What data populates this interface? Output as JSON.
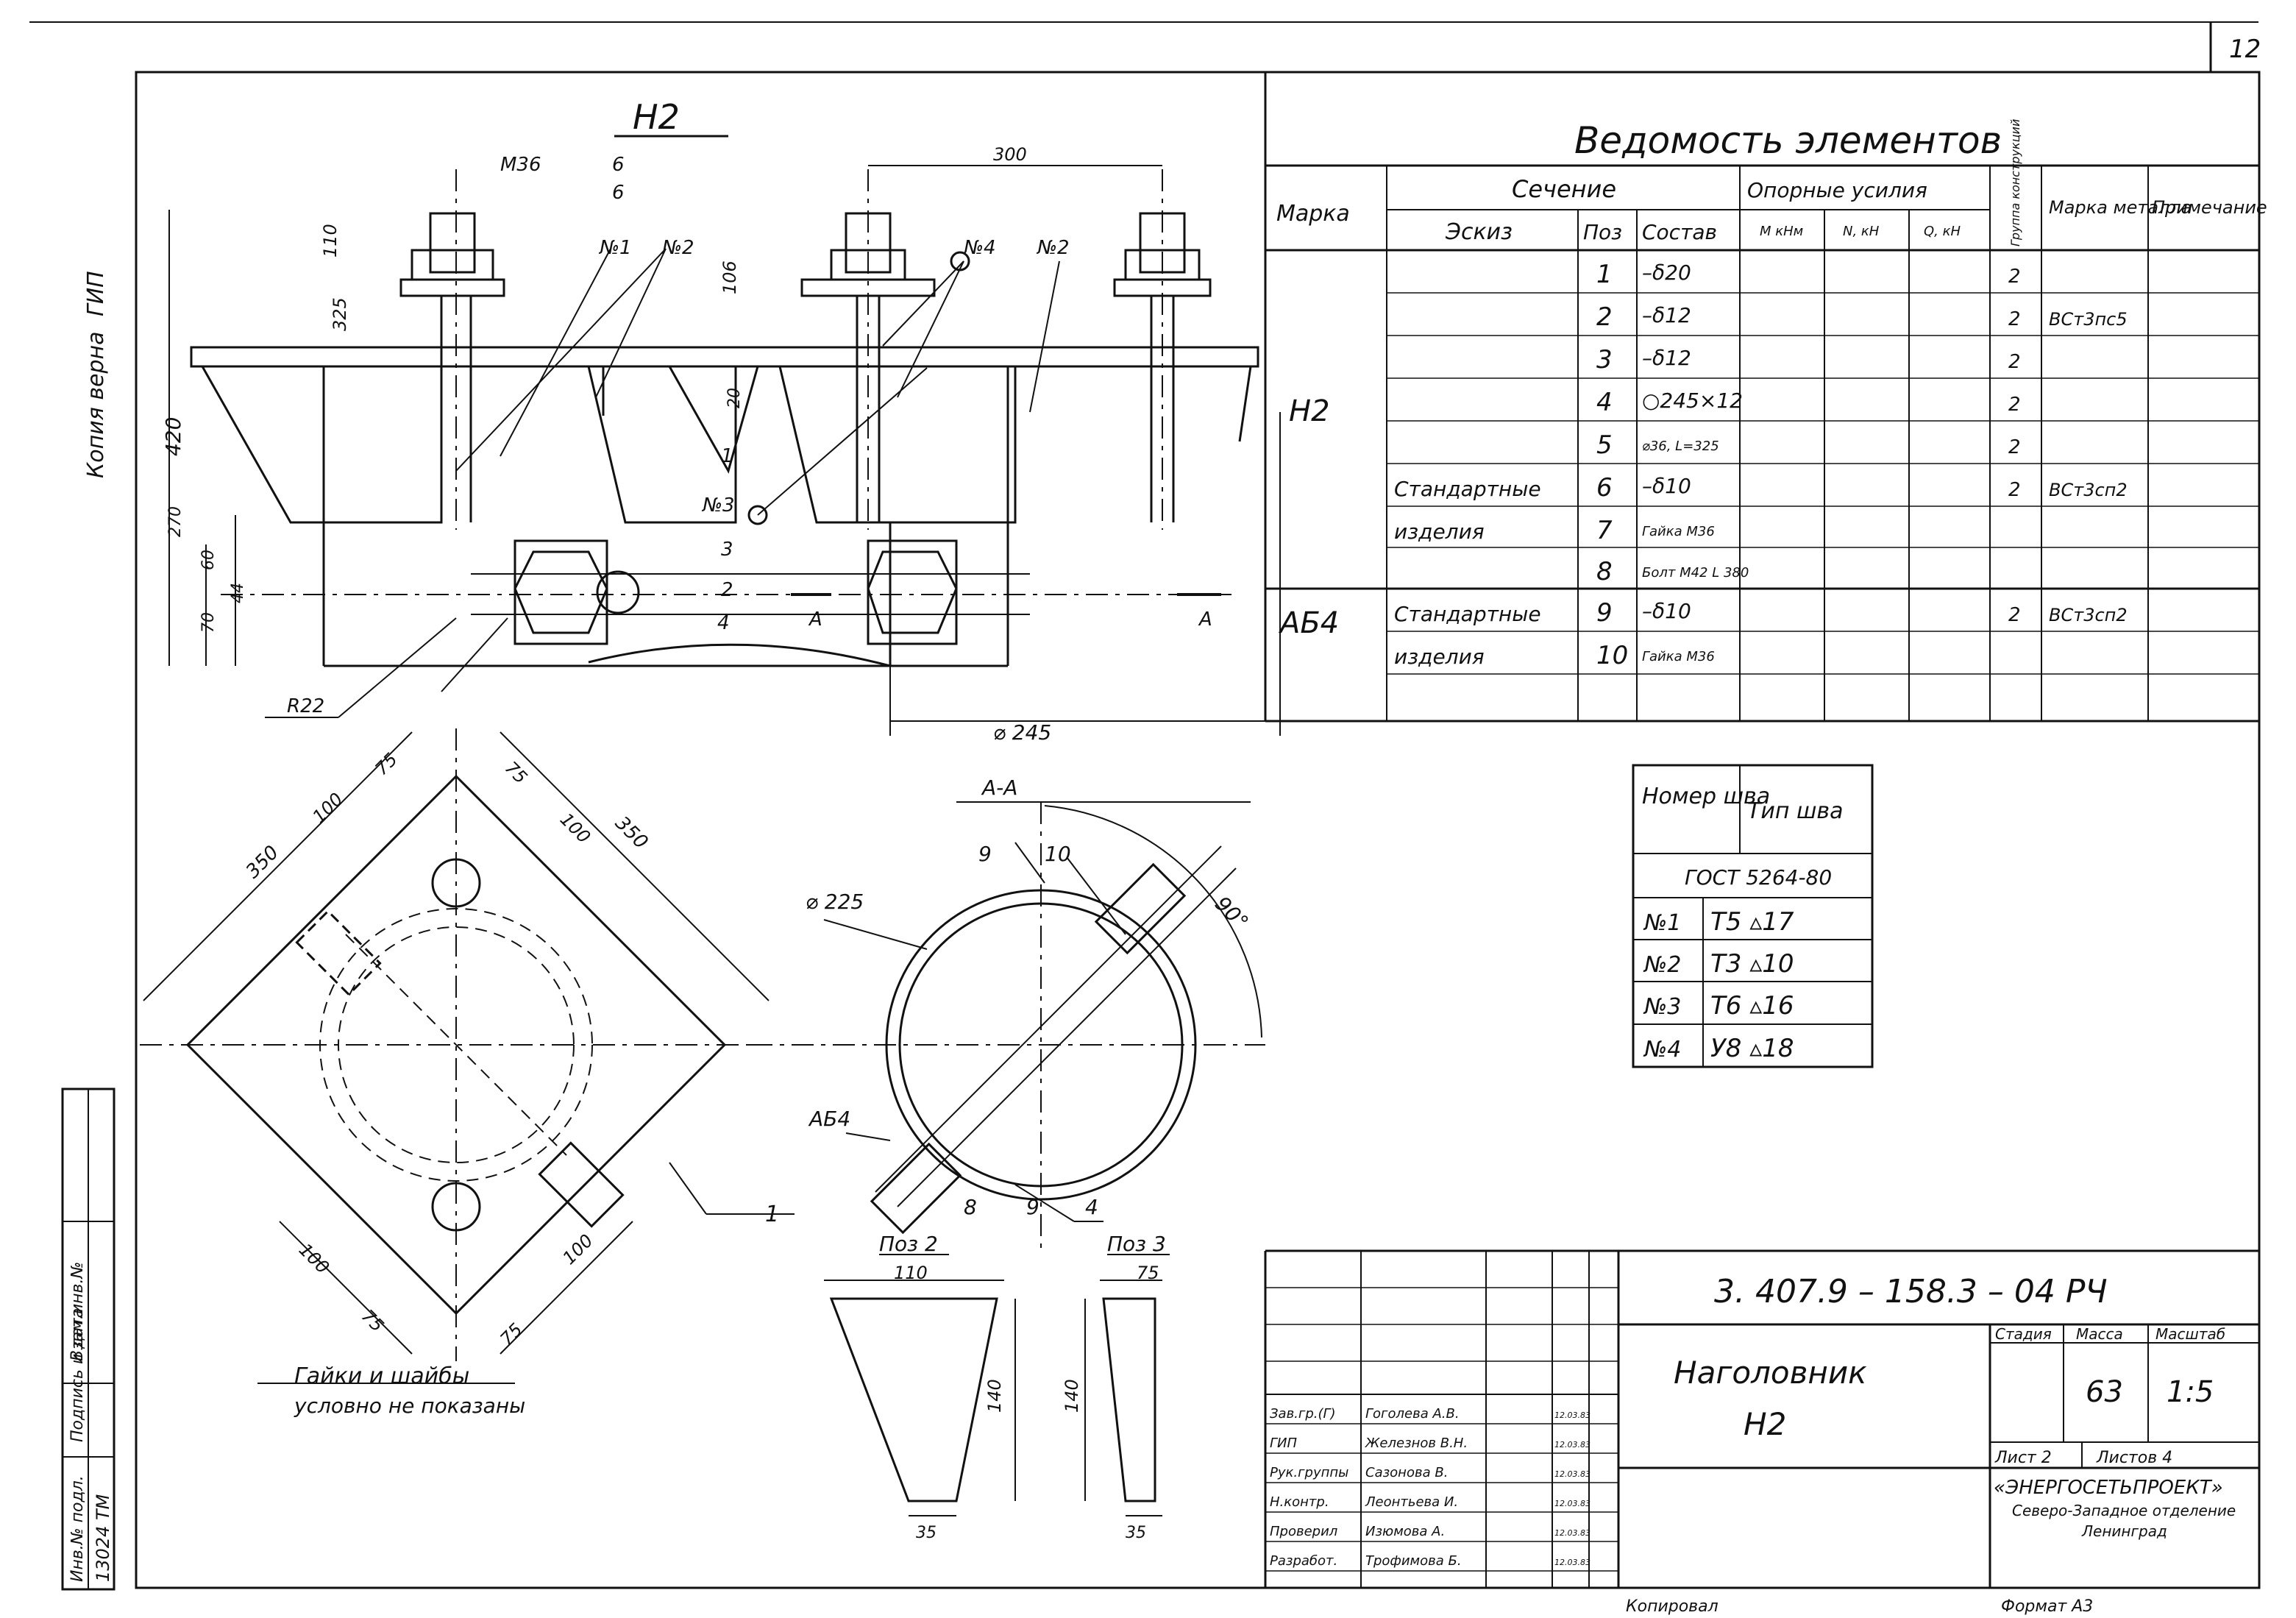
{
  "sheet_number": "12",
  "side_stamp": {
    "copy_label": "Копия верна",
    "gip_label": "ГИП"
  },
  "left_strip": {
    "inv_no": "Инв.№ подл.",
    "sign_date": "Подпись и дата",
    "inv_replace": "Взам.инв.№",
    "inv_value": "13024 ТМ"
  },
  "drawing": {
    "view_label": "Н2",
    "dims": {
      "m36": "М36",
      "frac_top": "6",
      "frac_bottom": "6",
      "d300": "300",
      "d110": "110",
      "d325": "325",
      "d106": "106",
      "d420": "420",
      "d270": "270",
      "d20": "20",
      "d60": "60",
      "d70": "70",
      "d44": "44",
      "r22": "R22",
      "d245": "⌀ 245",
      "d350a": "350",
      "d350b": "350",
      "d100a": "100",
      "d100b": "100",
      "d100c": "100",
      "d100d": "100",
      "d75a": "75",
      "d75b": "75",
      "d75c": "75",
      "d75d": "75",
      "d225": "⌀ 225",
      "angle90": "90°",
      "p110": "110",
      "p75": "75",
      "p140a": "140",
      "p140b": "140",
      "p35a": "35",
      "p35b": "35"
    },
    "callouts": {
      "n1": "№1",
      "n2": "№2",
      "n2b": "№2",
      "n3": "№3",
      "n4": "№4",
      "pos1": "1",
      "pos1b": "1",
      "pos2": "2",
      "pos3": "3",
      "pos4": "4",
      "pos4b": "4",
      "pos8": "8",
      "pos9a": "9",
      "pos9b": "9",
      "pos10": "10",
      "ab4": "АБ4",
      "sectA1": "А",
      "sectA2": "А",
      "sectAA": "А-А",
      "poz2": "Поз 2",
      "poz3": "Поз 3"
    },
    "note_line1": "Гайки и шайбы",
    "note_line2": "условно не показаны"
  },
  "elements_table": {
    "title": "Ведомость элементов",
    "headers": {
      "marka": "Марка",
      "section": "Сечение",
      "support": "Опорные усилия",
      "sketch": "Эскиз",
      "pos": "Поз",
      "composition": "Состав",
      "m": "М кНм",
      "n": "N, кН",
      "q": "Q, кН",
      "group": "Группа конструкций",
      "metal": "Марка металла",
      "note": "Примечание"
    },
    "marks": {
      "h2": "Н2",
      "ab4": "АБ4"
    },
    "rows": [
      {
        "sketch": "",
        "pos": "1",
        "comp": "–δ20",
        "group": "2",
        "metal": ""
      },
      {
        "sketch": "",
        "pos": "2",
        "comp": "–δ12",
        "group": "2",
        "metal": "ВСт3пс5"
      },
      {
        "sketch": "",
        "pos": "3",
        "comp": "–δ12",
        "group": "2",
        "metal": ""
      },
      {
        "sketch": "",
        "pos": "4",
        "comp": "○245×12",
        "group": "2",
        "metal": ""
      },
      {
        "sketch": "",
        "pos": "5",
        "comp": "⌀36, L=325",
        "group": "2",
        "metal": ""
      },
      {
        "sketch": "Стандартные",
        "pos": "6",
        "comp": "–δ10",
        "group": "2",
        "metal": "ВСт3сп2"
      },
      {
        "sketch": "изделия",
        "pos": "7",
        "comp": "Гайка М36",
        "group": "",
        "metal": ""
      },
      {
        "sketch": "",
        "pos": "8",
        "comp": "Болт М42 L 380",
        "group": "",
        "metal": ""
      },
      {
        "sketch": "Стандартные",
        "pos": "9",
        "comp": "–δ10",
        "group": "2",
        "metal": "ВСт3сп2"
      },
      {
        "sketch": "изделия",
        "pos": "10",
        "comp": "Гайка М36",
        "group": "",
        "metal": ""
      },
      {
        "sketch": "",
        "pos": "",
        "comp": "",
        "group": "",
        "metal": ""
      }
    ]
  },
  "weld_table": {
    "h_no": "Номер шва",
    "h_type": "Тип шва",
    "gost": "ГОСТ 5264-80",
    "rows": [
      {
        "no": "№1",
        "type": "Т5 ▵17"
      },
      {
        "no": "№2",
        "type": "Т3 ▵10"
      },
      {
        "no": "№3",
        "type": "Т6 ▵16"
      },
      {
        "no": "№4",
        "type": "У8 ▵18"
      }
    ]
  },
  "title_block": {
    "doc_code": "3. 407.9 – 158.3 – 04 РЧ",
    "name_line1": "Наголовник",
    "name_line2": "Н2",
    "stage_label": "Стадия",
    "mass_label": "Масса",
    "scale_label": "Масштаб",
    "mass_value": "63",
    "scale_value": "1:5",
    "sheet_label": "Лист 2",
    "sheets_label": "Листов 4",
    "org_line1": "«ЭНЕРГОСЕТЬПРОЕКТ»",
    "org_line2": "Северо-Западное отделение",
    "org_line3": "Ленинград",
    "copied": "Копировал",
    "format": "Формат А3",
    "signatures": [
      {
        "role": "Зав.гр.(Г)",
        "name": "Гоголева А.В.",
        "date": "12.03.83"
      },
      {
        "role": "ГИП",
        "name": "Железнов В.Н.",
        "date": "12.03.83"
      },
      {
        "role": "Рук.группы",
        "name": "Сазонова В.",
        "date": "12.03.83"
      },
      {
        "role": "Н.контр.",
        "name": "Леонтьева И.",
        "date": "12.03.83"
      },
      {
        "role": "Проверил",
        "name": "Изюмова А.",
        "date": "12.03.83"
      },
      {
        "role": "Разработ.",
        "name": "Трофимова Б.",
        "date": "12.03.83"
      }
    ]
  }
}
